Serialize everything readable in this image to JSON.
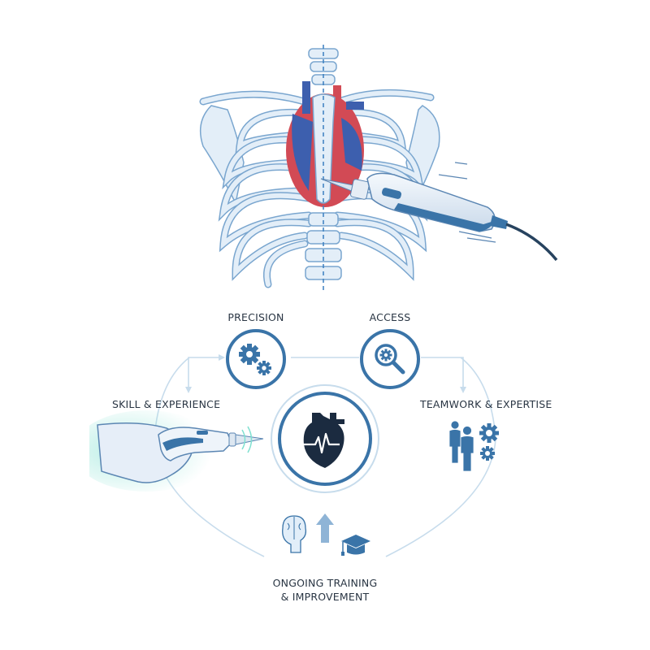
{
  "diagram": {
    "top_illustration": {
      "subject": "ribcage-with-heart",
      "tool": "handheld-surgical-probe-with-cable"
    },
    "center": {
      "icon": "heart-with-ecg-icon"
    },
    "nodes": [
      {
        "id": "precision",
        "label": "PRECISION",
        "icon": "gears-icon"
      },
      {
        "id": "access",
        "label": "ACCESS",
        "icon": "magnifier-gear-icon"
      },
      {
        "id": "skill",
        "label": "SKILL & EXPERIENCE",
        "icon": "hand-holding-probe-icon"
      },
      {
        "id": "teamwork",
        "label": "TEAMWORK & EXPERTISE",
        "icon": "people-gears-icon"
      },
      {
        "id": "training",
        "label_line1": "ONGOING TRAINING",
        "label_line2": "& IMPROVEMENT",
        "icons": [
          "brain-head-icon",
          "up-arrow-icon",
          "graduation-cap-icon"
        ]
      }
    ],
    "colors": {
      "primary_blue": "#3a74a8",
      "dark_navy": "#1b2b40",
      "light_blue_line": "#c7dcec",
      "bone": "#e3eef8",
      "bone_outline": "#6f9fcc",
      "heart_red": "#d24a55",
      "heart_blue": "#3d5fae",
      "glow": "#7fe0d0"
    }
  }
}
